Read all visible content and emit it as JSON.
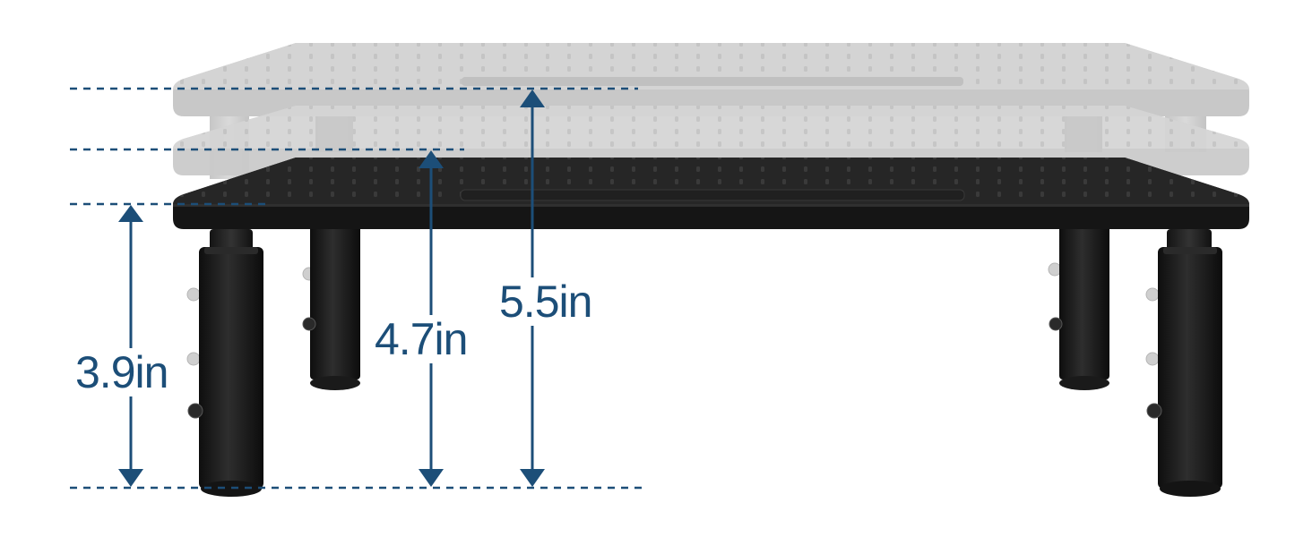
{
  "colors": {
    "accent": "#1c4e78",
    "stand": "#1b1b1b",
    "ghost": "#c9c9c9",
    "background": "#ffffff"
  },
  "dimensions": [
    {
      "label": "3.9in",
      "value": 3.9,
      "unit": "in",
      "setting": "low"
    },
    {
      "label": "4.7in",
      "value": 4.7,
      "unit": "in",
      "setting": "middle"
    },
    {
      "label": "5.5in",
      "value": 5.5,
      "unit": "in",
      "setting": "high"
    }
  ]
}
